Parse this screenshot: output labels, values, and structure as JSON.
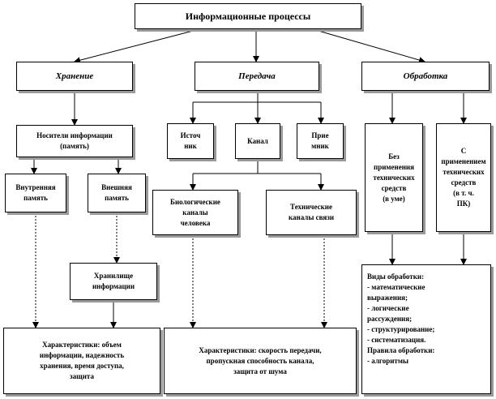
{
  "title": "Информационные процессы",
  "categories": {
    "storage": "Хранение",
    "transfer": "Передача",
    "processing": "Обработка"
  },
  "storage": {
    "media": "Носители информации\n(память)",
    "internal": "Внутренняя\nпамять",
    "external": "Внешняя\nпамять",
    "repository": "Хранилище\nинформации",
    "characteristics": "Характеристики: объем\nинформации, надежность\nхранения, время доступа,\nзащита"
  },
  "transfer": {
    "source": "Источ\nник",
    "channel": "Канал",
    "receiver": "Прие\nмник",
    "bio": "Биологические\nканалы\nчеловека",
    "tech": "Технические\nканалы связи",
    "characteristics": "Характеристики: скорость передачи,\nпропускная способность канала,\nзащита от шума"
  },
  "processing": {
    "manual": "Без\nприменения\nтехнических\nсредств\n(в уме)",
    "technical": "С\nприменением\nтехнических\nсредств\n(в т. ч.\nПК)",
    "types": "Виды обработки:\n - математические\nвыражения;\n - логические\nрассуждения;\n - структурирование;\n - систематизация.\nПравила обработки:\n - алгоритмы"
  }
}
